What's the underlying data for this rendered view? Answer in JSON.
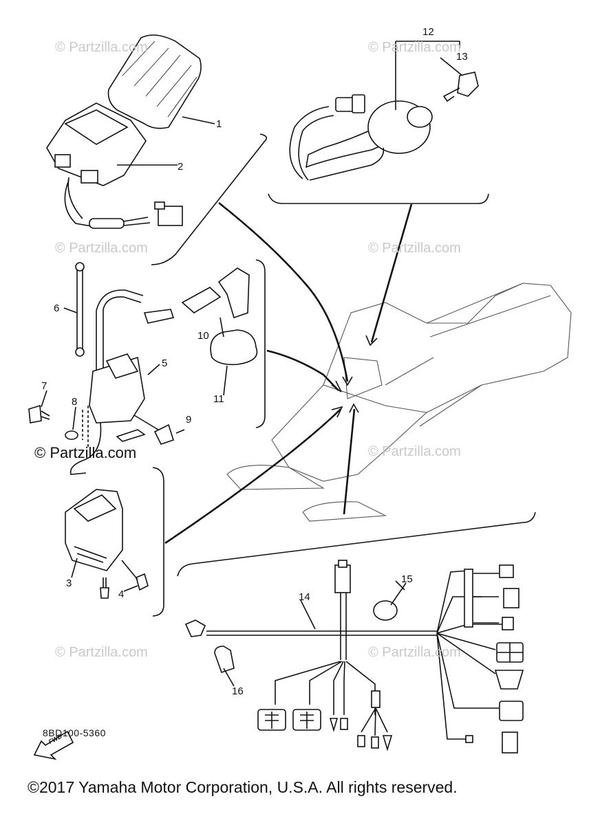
{
  "diagram": {
    "part_code": "8BD100-5360",
    "copyright": "©2017 Yamaha Motor Corporation, U.S.A. All rights reserved.",
    "watermark_text": "© Partzilla.com",
    "fwd_label": "FWD",
    "callouts": [
      "1",
      "2",
      "3",
      "4",
      "5",
      "6",
      "7",
      "8",
      "9",
      "10",
      "11",
      "12",
      "13",
      "14",
      "15",
      "16"
    ],
    "colors": {
      "line": "#111111",
      "watermark": "#c9c9c9",
      "background": "#ffffff"
    },
    "icons": [
      "fwd-arrow-icon"
    ]
  }
}
